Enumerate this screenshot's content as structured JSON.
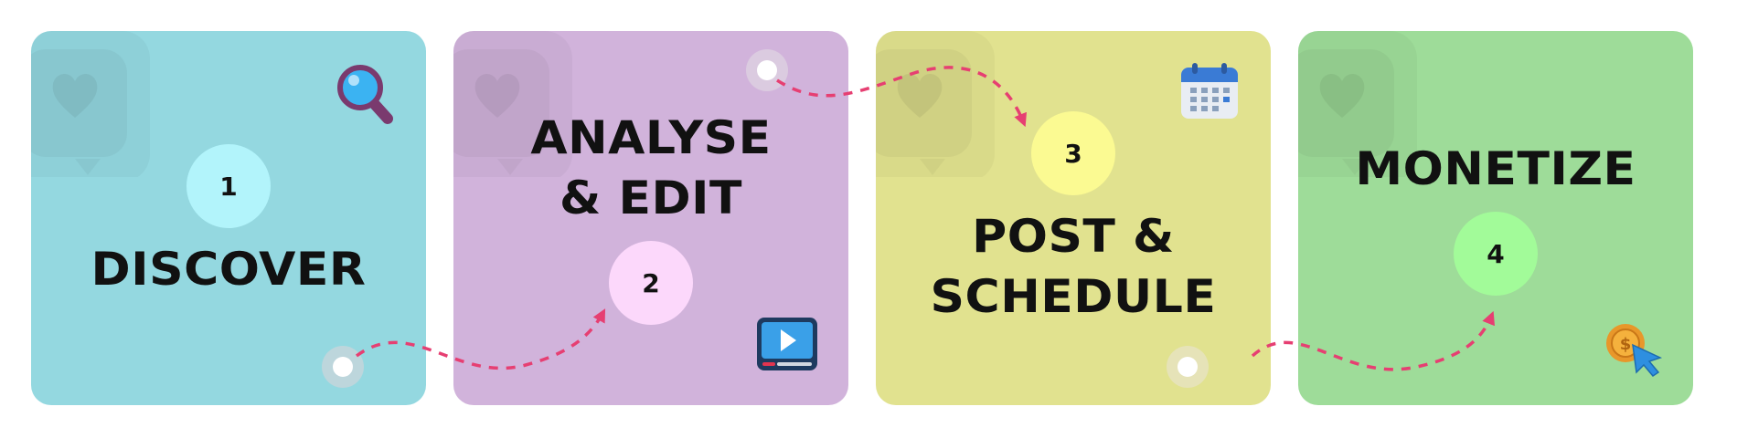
{
  "steps": [
    {
      "number": "1",
      "title": "DISCOVER",
      "icon": "magnifier-icon",
      "color": "#94d8e0",
      "circle_color": "#b2f4fb"
    },
    {
      "number": "2",
      "title": "ANALYSE\n& EDIT",
      "icon": "video-player-icon",
      "color": "#d1b3db",
      "circle_color": "#fcd8fb"
    },
    {
      "number": "3",
      "title": "POST &\nSCHEDULE",
      "icon": "calendar-icon",
      "color": "#e1e28f",
      "circle_color": "#fbfa92"
    },
    {
      "number": "4",
      "title": "MONETIZE",
      "icon": "coin-cursor-icon",
      "color": "#9edc99",
      "circle_color": "#a2fb99"
    }
  ],
  "colors": {
    "arrow": "#e63f72",
    "background": "#ffffff"
  }
}
